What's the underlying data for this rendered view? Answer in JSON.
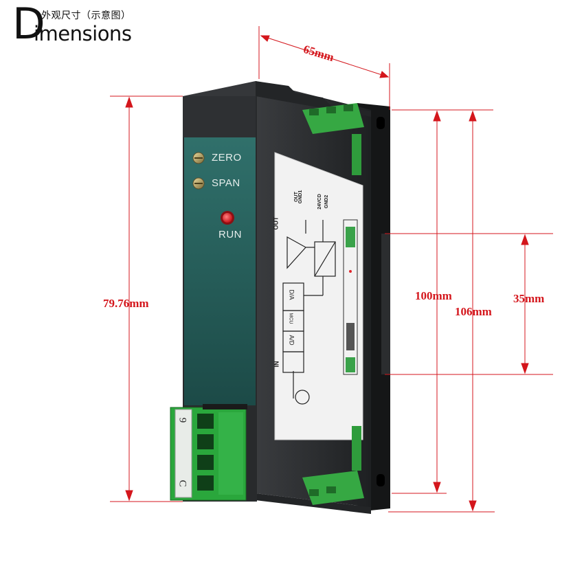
{
  "header": {
    "title_initial": "D",
    "title_rest": "imensions",
    "subtitle_cn": "外观尺寸（示意图）"
  },
  "dimensions": {
    "width": "65mm",
    "front_height": "79.76mm",
    "body_height": "100mm",
    "total_height": "106mm",
    "rail_width": "35mm"
  },
  "front_panel": {
    "zero_label": "ZERO",
    "span_label": "SPAN",
    "run_label": "RUN"
  },
  "side_label": {
    "out_label": "OUT",
    "in_label": "IN",
    "out_terminal": "OUT",
    "gnd1_terminal": "GND1",
    "vcd_terminal": "24VCD",
    "gnd2_terminal": "GND2",
    "da_block": "D/A",
    "mcu_block": "MCU",
    "ad_block": "A/D"
  },
  "terminal_block": {
    "top_label": "9",
    "bottom_label": "C"
  },
  "colors": {
    "dimension": "#d4161c",
    "housing": "#2a2c2e",
    "front_panel_top": "#2f6a66",
    "front_panel_bottom": "#1e4f4c",
    "terminal_green": "#3ab24a",
    "led": "#e0242a"
  }
}
